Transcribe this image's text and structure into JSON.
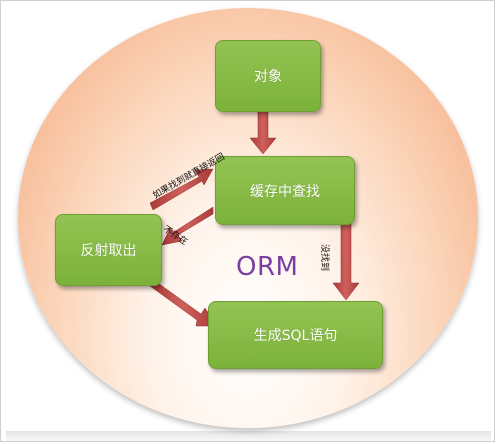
{
  "nodes": {
    "object": "对象",
    "cache_lookup": "缓存中查找",
    "reflect_fetch": "反射取出",
    "generate_sql": "生成SQL语句"
  },
  "center_label": "ORM",
  "arrow_labels": {
    "found": "如果找到就直接返回",
    "not_found_right": "没找到",
    "not_found_left": "不存在"
  },
  "colors": {
    "box_fill": "#8bbd4a",
    "arrow": "#c0504d",
    "ellipse": "#f4a57a",
    "orm_text": "#7a3fa0"
  }
}
